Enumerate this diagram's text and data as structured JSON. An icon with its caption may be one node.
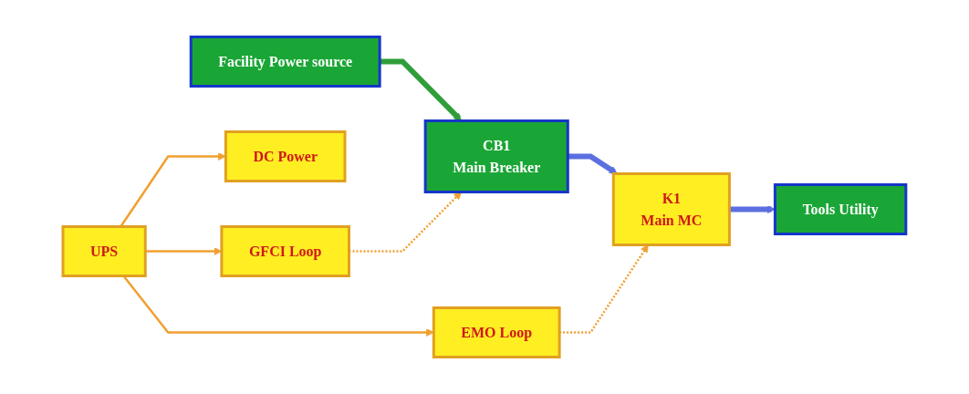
{
  "diagram": {
    "nodes": [
      {
        "text": [
          "Facility Power source"
        ]
      },
      {
        "text": [
          "CB1",
          "Main Breaker"
        ]
      },
      {
        "text": [
          "K1",
          "Main MC"
        ]
      },
      {
        "text": [
          "Tools Utility"
        ]
      },
      {
        "text": [
          "DC Power"
        ]
      },
      {
        "text": [
          "UPS"
        ]
      },
      {
        "text": [
          "GFCI Loop"
        ]
      },
      {
        "text": [
          "EMO Loop"
        ]
      }
    ],
    "edges": [
      {
        "from": 0,
        "to": 1,
        "arrow": "to",
        "style": "thick",
        "color": "#2f9e3a"
      },
      {
        "from": 1,
        "to": 2,
        "arrow": "to",
        "style": "thick",
        "color": "#5b6fe0"
      },
      {
        "from": 2,
        "to": 3,
        "arrow": "to",
        "style": "thick",
        "color": "#5b6fe0"
      },
      {
        "from": 6,
        "to": 1,
        "arrow": "to",
        "style": "dashed"
      },
      {
        "from": 7,
        "to": 2,
        "arrow": "to",
        "style": "dashed"
      },
      {
        "from": 5,
        "to": 6,
        "arrow": "to"
      },
      {
        "from": 5,
        "to": 7,
        "arrow": "to"
      },
      {
        "from": 5,
        "to": 4,
        "arrow": "to"
      }
    ]
  }
}
